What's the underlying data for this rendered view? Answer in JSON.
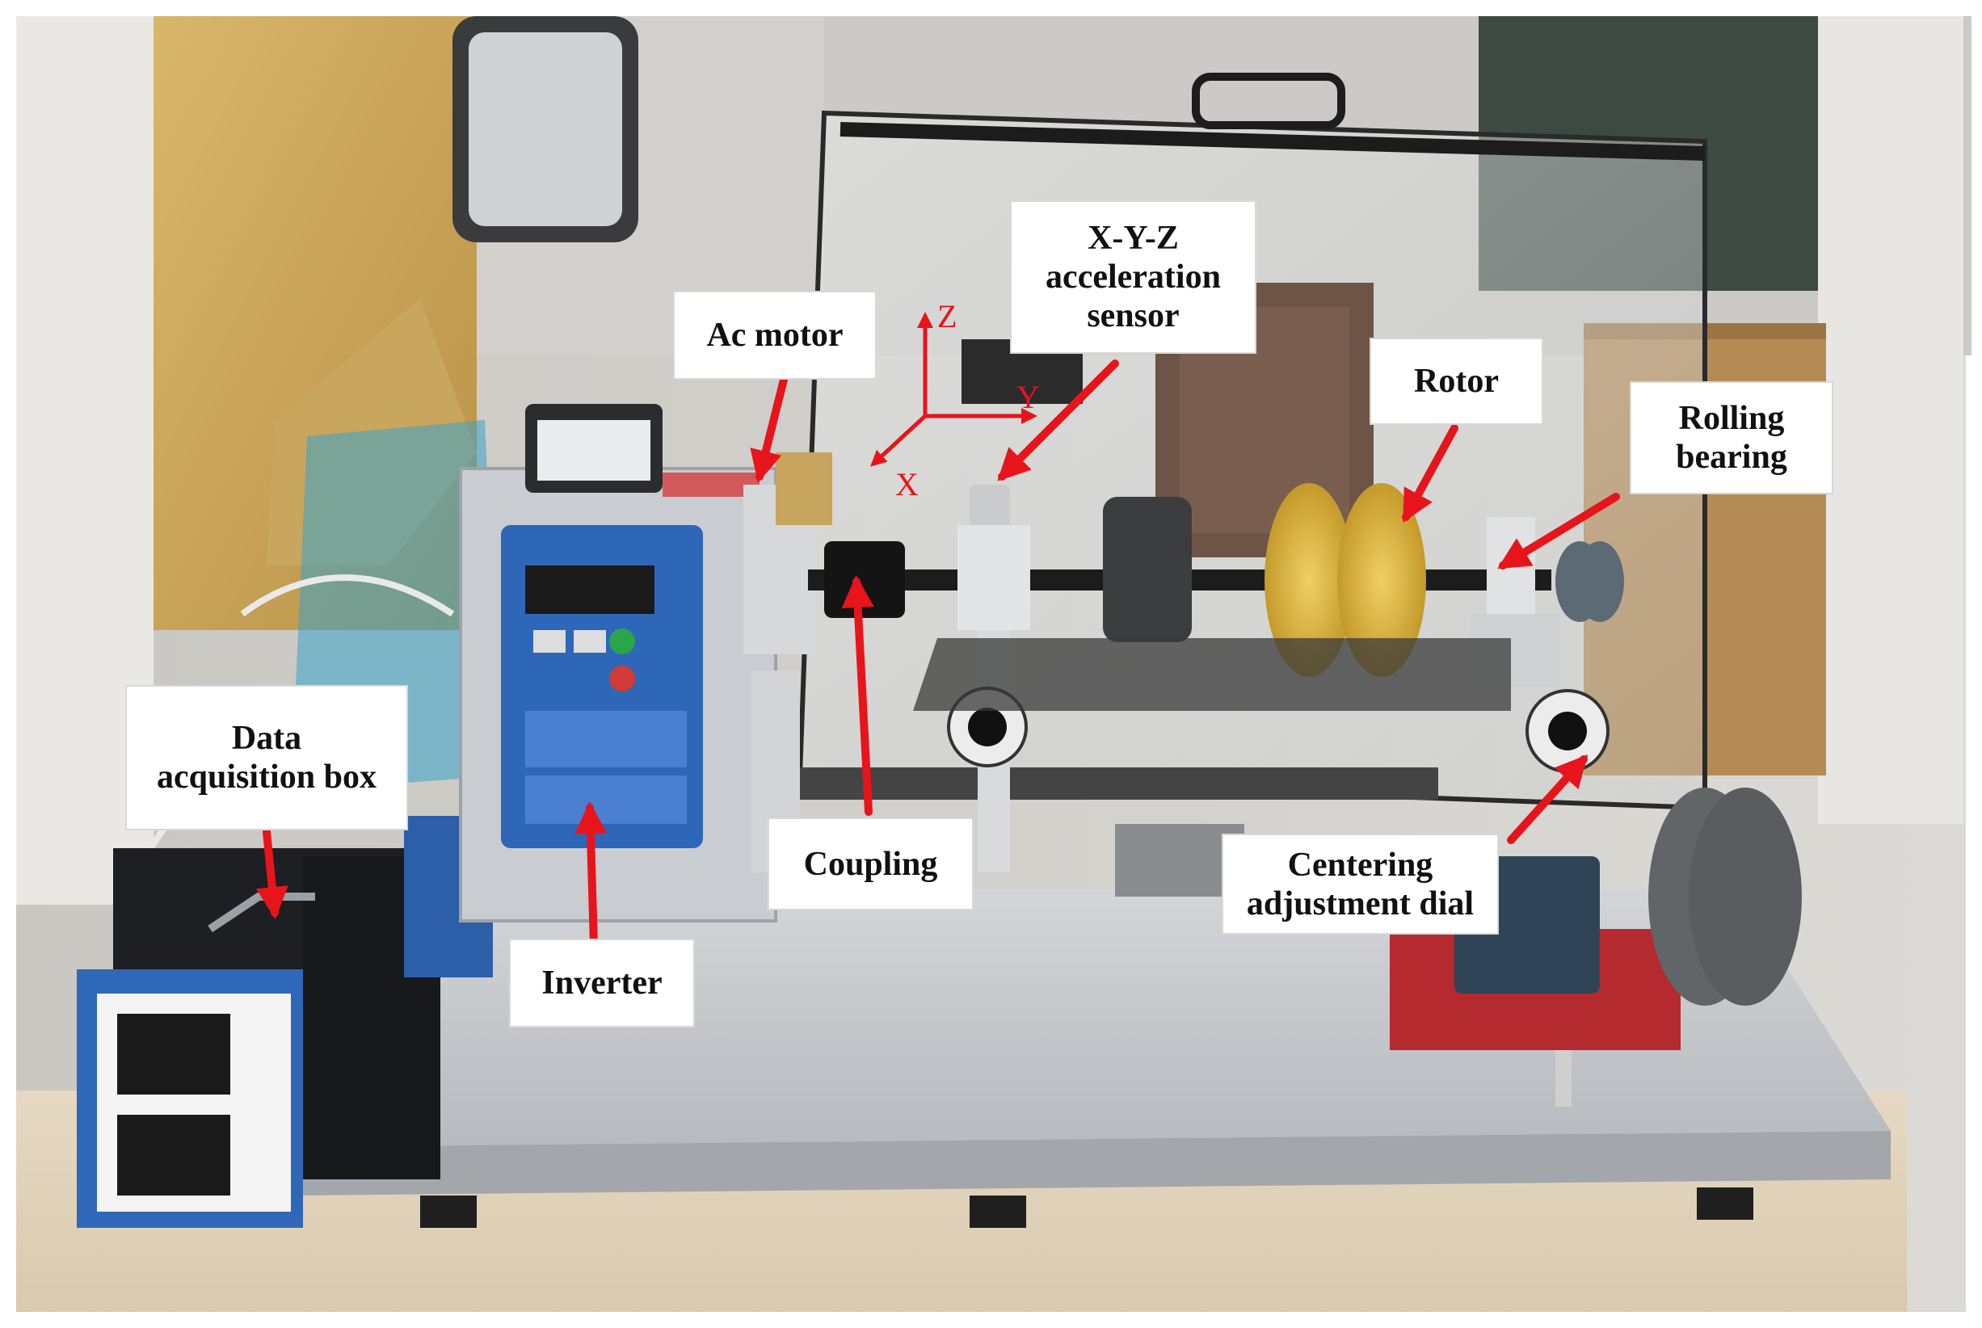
{
  "labels": {
    "ac_motor": "Ac motor",
    "xyz_sensor": "X-Y-Z\nacceleration\nsensor",
    "rotor": "Rotor",
    "rolling_bearing": "Rolling\nbearing",
    "data_acquisition_box": "Data\nacquisition box",
    "coupling": "Coupling",
    "inverter": "Inverter",
    "centering_dial": "Centering\nadjustment dial"
  },
  "axes": {
    "x": "X",
    "y": "Y",
    "z": "Z"
  },
  "colors": {
    "arrow": "#e8141c",
    "label_bg": "#ffffff",
    "label_text": "#111111"
  },
  "icons": [
    "annotation-arrow"
  ]
}
